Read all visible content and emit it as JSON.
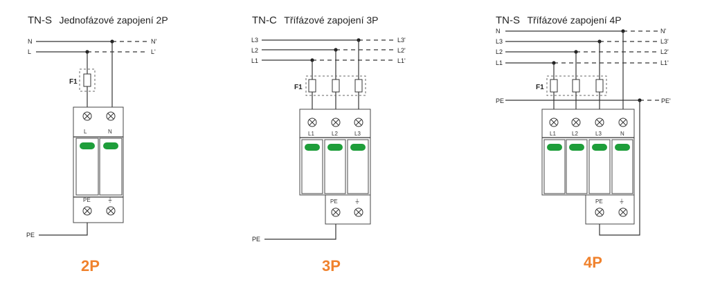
{
  "diagram_2p": {
    "title_prefix": "TN-S",
    "title_rest": "Jednofázové zapojení  2P",
    "lines_left": [
      "N",
      "L"
    ],
    "lines_right": [
      "N'",
      "L'"
    ],
    "fuse_label": "F1",
    "terminals": [
      "L",
      "N"
    ],
    "pe_terminal": "PE",
    "ground_symbol": "⏚",
    "pe_line": "PE",
    "caption": "2P"
  },
  "diagram_3p": {
    "title_prefix": "TN-C",
    "title_rest": "Třífázové zapojení  3P",
    "lines_left": [
      "L3",
      "L2",
      "L1"
    ],
    "lines_right": [
      "L3'",
      "L2'",
      "L1'"
    ],
    "fuse_label": "F1",
    "terminals": [
      "L1",
      "L2",
      "L3"
    ],
    "pe_terminal": "PE",
    "ground_symbol": "⏚",
    "pe_line": "PE",
    "caption": "3P"
  },
  "diagram_4p": {
    "title_prefix": "TN-S",
    "title_rest": "Třífázové zapojení  4P",
    "lines_left": [
      "N",
      "L3",
      "L2",
      "L1"
    ],
    "lines_right": [
      "N'",
      "L3'",
      "L2'",
      "L1'"
    ],
    "fuse_label": "F1",
    "terminals": [
      "L1",
      "L2",
      "L3",
      "N"
    ],
    "pe_left": "PE",
    "pe_right": "PE'",
    "pe_terminal": "PE",
    "ground_symbol": "⏚",
    "caption": "4P"
  },
  "colors": {
    "indicator": "#1e9e3a",
    "caption": "#f0822d",
    "wire": "#333333"
  }
}
